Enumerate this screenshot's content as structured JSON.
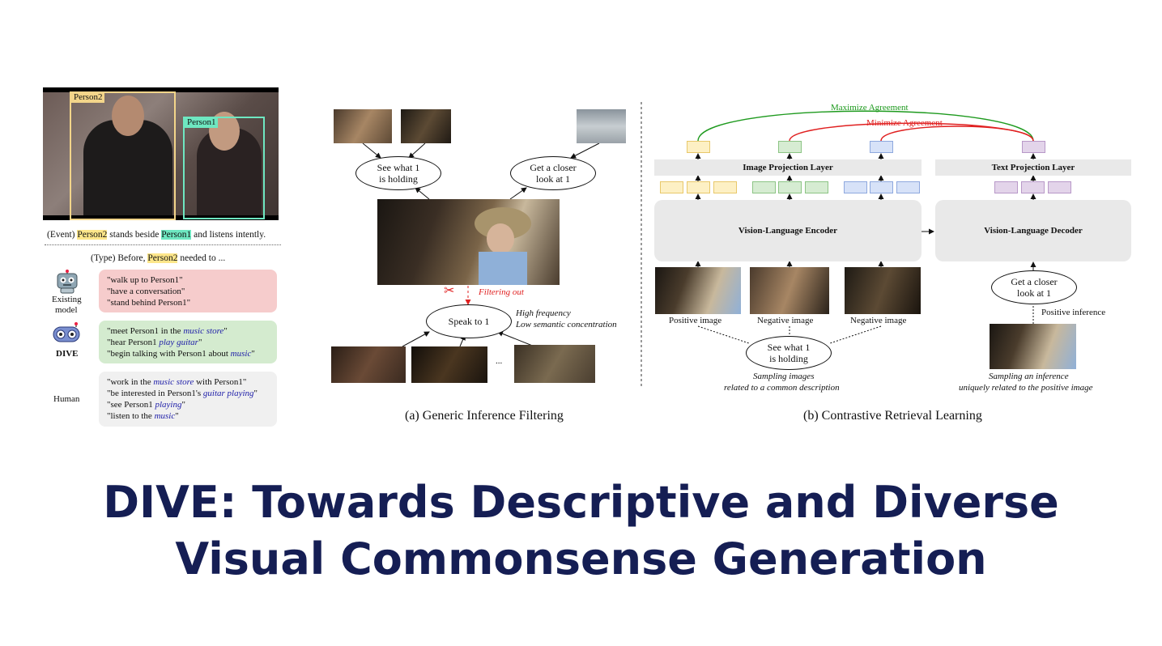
{
  "left_panel": {
    "box_labels": {
      "person2": "Person2",
      "person1": "Person1"
    },
    "event": {
      "prefix": "(Event) ",
      "p2": "Person2",
      "mid": " stands beside ",
      "p1": "Person1",
      "suffix": " and listens intently."
    },
    "type": {
      "prefix": "(Type) Before, ",
      "p2": "Person2",
      "suffix": " needed to ..."
    },
    "existing": {
      "label_line1": "Existing",
      "label_line2": "model",
      "lines": [
        "\"walk up to Person1\"",
        "\"have a conversation\"",
        "\"stand behind Person1\""
      ]
    },
    "dive": {
      "label": "DIVE",
      "l1_pre": "\"meet Person1 in the ",
      "l1_kw": "music store",
      "l1_post": "\"",
      "l2_pre": "\"hear Person1 ",
      "l2_kw": "play guitar",
      "l2_post": "\"",
      "l3_pre": "\"begin talking with Person1 about ",
      "l3_kw": "music",
      "l3_post": "\""
    },
    "human": {
      "label": "Human",
      "l1_pre": "\"work in the ",
      "l1_kw": "music store",
      "l1_post": " with Person1\"",
      "l2_pre": "\"be interested in Person1's ",
      "l2_kw": "guitar playing",
      "l2_post": "\"",
      "l3_pre": "\"see Person1 ",
      "l3_kw": "playing",
      "l3_post": "\"",
      "l4_pre": "\"listen to the ",
      "l4_kw": "music",
      "l4_post": "\""
    }
  },
  "panel_a": {
    "node_see_1": "See what 1",
    "node_see_2": "is holding",
    "node_closer_1": "Get a closer",
    "node_closer_2": "look at 1",
    "filtering": "Filtering out",
    "node_speak": "Speak to 1",
    "note_1": "High frequency",
    "note_2": "Low semantic concentration",
    "ellipsis": "...",
    "caption": "(a) Generic Inference Filtering"
  },
  "panel_b": {
    "maximize": "Maximize Agreement",
    "minimize": "Minimize Agreement",
    "image_proj": "Image Projection Layer",
    "text_proj": "Text Projection Layer",
    "encoder": "Vision-Language Encoder",
    "decoder": "Vision-Language Decoder",
    "positive_image": "Positive image",
    "negative_image_1": "Negative image",
    "negative_image_2": "Negative image",
    "node_see_1": "See what 1",
    "node_see_2": "is holding",
    "node_closer_1": "Get a closer",
    "node_closer_2": "look at 1",
    "positive_inference": "Positive inference",
    "sampling_images_1": "Sampling images",
    "sampling_images_2": "related to a common description",
    "sampling_inf_1": "Sampling an inference",
    "sampling_inf_2": "uniquely related to the positive image",
    "caption": "(b) Contrastive Retrieval Learning"
  },
  "colors": {
    "title": "#151e54",
    "existing_bg": "#f6cccc",
    "dive_bg": "#d4ebcf",
    "human_bg": "#f0f0f0",
    "yellow_token": "#fdf0c4",
    "green_token": "#d6ecd2",
    "blue_token": "#d7e2f8",
    "purple_token": "#e3d4ea",
    "max_line": "#1e9a1e",
    "min_line": "#e02020",
    "keyword": "#1d1da8"
  },
  "title": {
    "line1": "DIVE: Towards Descriptive and Diverse",
    "line2": "Visual Commonsense Generation"
  }
}
